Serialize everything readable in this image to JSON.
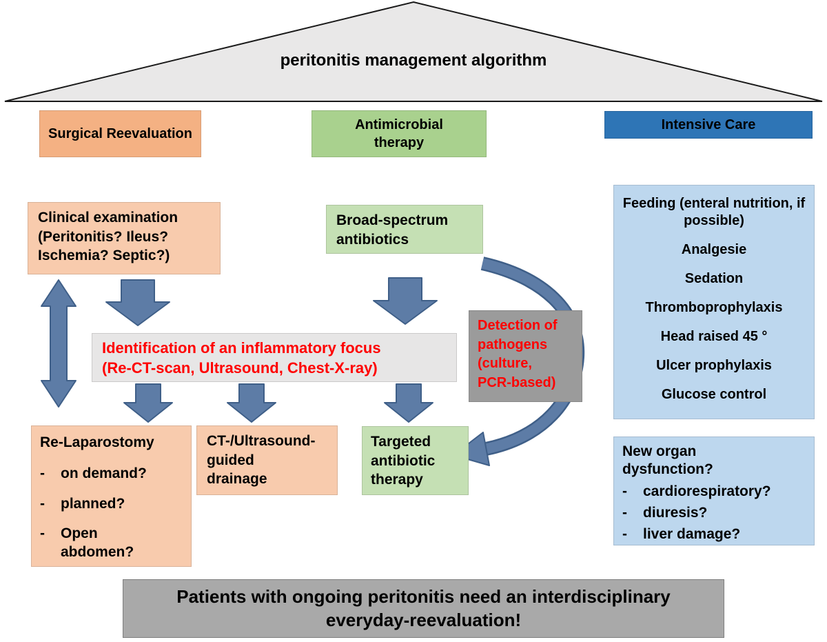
{
  "colors": {
    "roof_fill": "#e9e8e8",
    "orange_header": "#f4b183",
    "orange_light": "#f8cbad",
    "green_header": "#a9d18e",
    "green_light": "#c5e0b4",
    "blue_header": "#2e75b6",
    "blue_light": "#bdd7ee",
    "gray_light": "#e7e6e6",
    "gray_medium": "#9b9b9b",
    "gray_banner": "#a9a9a9",
    "arrow_fill": "#5d7ca6",
    "arrow_stroke": "#3f5f88",
    "red_text": "#ff0000"
  },
  "icons": {
    "down_arrow": "block-down-arrow",
    "double_arrow": "block-double-vertical-arrow",
    "curved_arrow": "curved-right-arrow"
  },
  "roof": {
    "title": "peritonitis management algorithm"
  },
  "headers": {
    "surgical": {
      "label": "Surgical Reevaluation"
    },
    "antimicrobial": {
      "label": "Antimicrobial therapy"
    },
    "intensive": {
      "label": "Intensive Care"
    }
  },
  "surgical_column": {
    "clinical_examination": {
      "lines": [
        "Clinical examination",
        "(Peritonitis? Ileus?",
        "Ischemia? Septic?)"
      ]
    },
    "identification_focus": {
      "lines": [
        "Identification of an inflammatory focus",
        "(Re-CT-scan, Ultrasound, Chest-X-ray)"
      ]
    },
    "re_laparostomy": {
      "title": "Re-Laparostomy",
      "bullet": "-",
      "items": [
        "on demand?",
        "planned?",
        "Open abdomen?"
      ]
    },
    "drainage": {
      "lines": [
        "CT-/Ultrasound-",
        "guided",
        "drainage"
      ]
    }
  },
  "antimicrobial_column": {
    "broad_spectrum": {
      "lines": [
        "Broad-spectrum",
        "antibiotics"
      ]
    },
    "detection": {
      "lines": [
        "Detection of",
        "pathogens",
        "(culture,",
        "PCR-based)"
      ]
    },
    "targeted": {
      "lines": [
        "Targeted",
        "antibiotic",
        "therapy"
      ]
    }
  },
  "intensive_column": {
    "care_box": {
      "items": [
        "Feeding (enteral nutrition, if possible)",
        "Analgesie",
        "Sedation",
        "Thromboprophylaxis",
        "Head raised 45 °",
        "Ulcer prophylaxis",
        "Glucose control"
      ]
    },
    "new_organ": {
      "title_lines": [
        "New organ",
        "dysfunction?"
      ],
      "bullet": "-",
      "items": [
        "cardiorespiratory?",
        "diuresis?",
        "liver damage?"
      ]
    }
  },
  "banner": {
    "text": "Patients with ongoing peritonitis need an interdisciplinary everyday-reevaluation!"
  }
}
